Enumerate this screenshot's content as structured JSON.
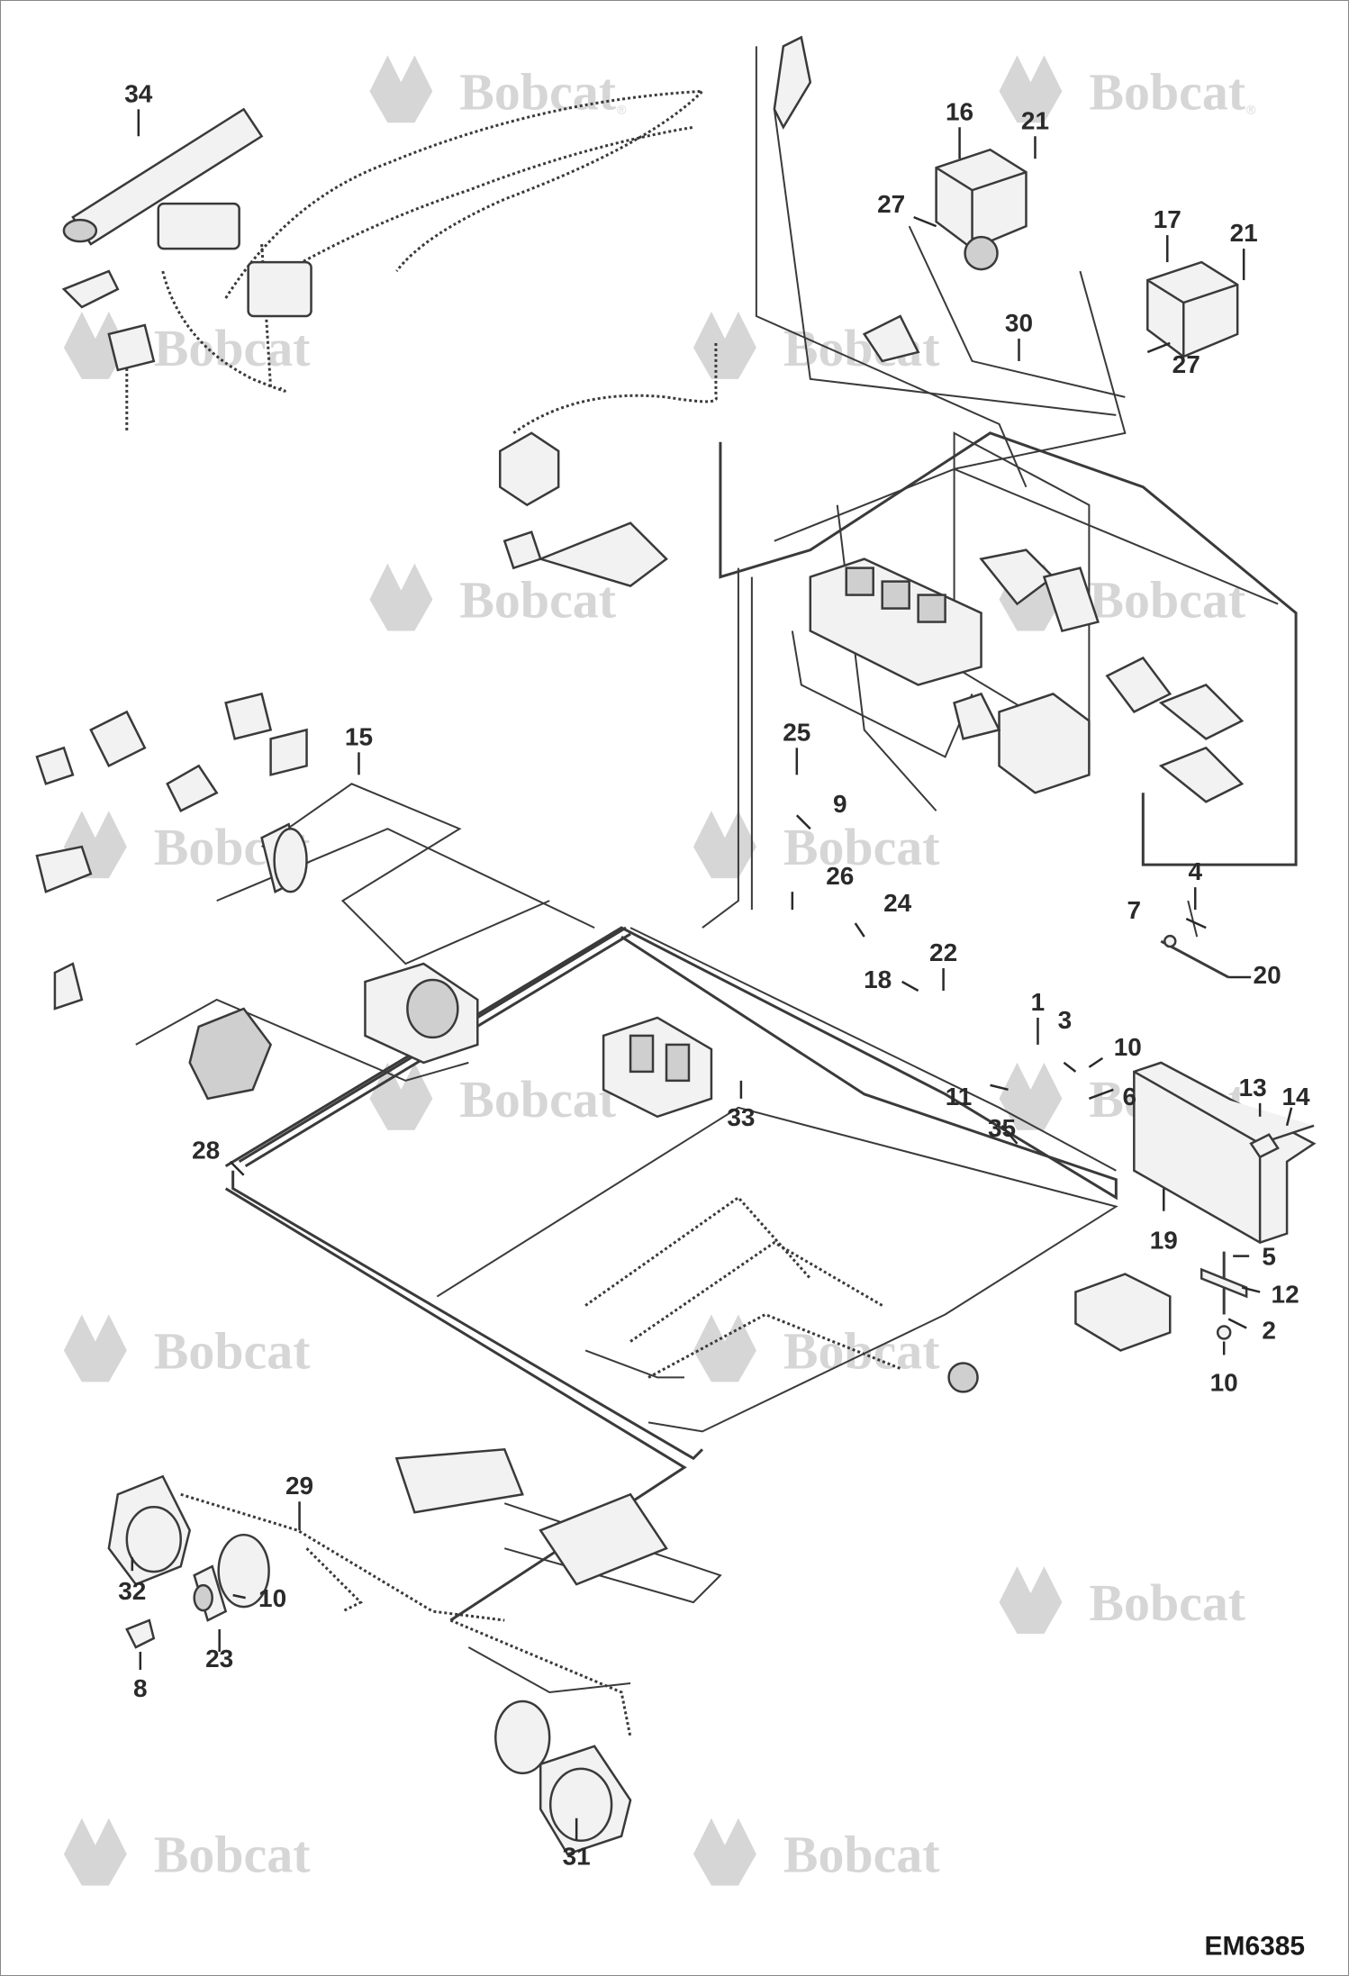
{
  "drawing": {
    "reference_code": "EM6385",
    "watermark_text": "Bobcat",
    "watermark_mark": "®",
    "watermark_color": "#d6d6d6",
    "line_color": "#3a3a3a",
    "callouts": [
      {
        "id": "c34",
        "label": "34"
      },
      {
        "id": "c16",
        "label": "16"
      },
      {
        "id": "c21a",
        "label": "21"
      },
      {
        "id": "c27a",
        "label": "27"
      },
      {
        "id": "c17",
        "label": "17"
      },
      {
        "id": "c21b",
        "label": "21"
      },
      {
        "id": "c30",
        "label": "30"
      },
      {
        "id": "c27b",
        "label": "27"
      },
      {
        "id": "c15",
        "label": "15"
      },
      {
        "id": "c25",
        "label": "25"
      },
      {
        "id": "c9",
        "label": "9"
      },
      {
        "id": "c26",
        "label": "26"
      },
      {
        "id": "c24",
        "label": "24"
      },
      {
        "id": "c4",
        "label": "4"
      },
      {
        "id": "c7",
        "label": "7"
      },
      {
        "id": "c20",
        "label": "20"
      },
      {
        "id": "c22",
        "label": "22"
      },
      {
        "id": "c18",
        "label": "18"
      },
      {
        "id": "c1",
        "label": "1"
      },
      {
        "id": "c3",
        "label": "3"
      },
      {
        "id": "c10a",
        "label": "10"
      },
      {
        "id": "c11",
        "label": "11"
      },
      {
        "id": "c6",
        "label": "6"
      },
      {
        "id": "c13",
        "label": "13"
      },
      {
        "id": "c14",
        "label": "14"
      },
      {
        "id": "c35",
        "label": "35"
      },
      {
        "id": "c33",
        "label": "33"
      },
      {
        "id": "c28",
        "label": "28"
      },
      {
        "id": "c19",
        "label": "19"
      },
      {
        "id": "c5",
        "label": "5"
      },
      {
        "id": "c12",
        "label": "12"
      },
      {
        "id": "c2",
        "label": "2"
      },
      {
        "id": "c10b",
        "label": "10"
      },
      {
        "id": "c29",
        "label": "29"
      },
      {
        "id": "c32",
        "label": "32"
      },
      {
        "id": "c10c",
        "label": "10"
      },
      {
        "id": "c23",
        "label": "23"
      },
      {
        "id": "c8",
        "label": "8"
      },
      {
        "id": "c31",
        "label": "31"
      }
    ]
  }
}
